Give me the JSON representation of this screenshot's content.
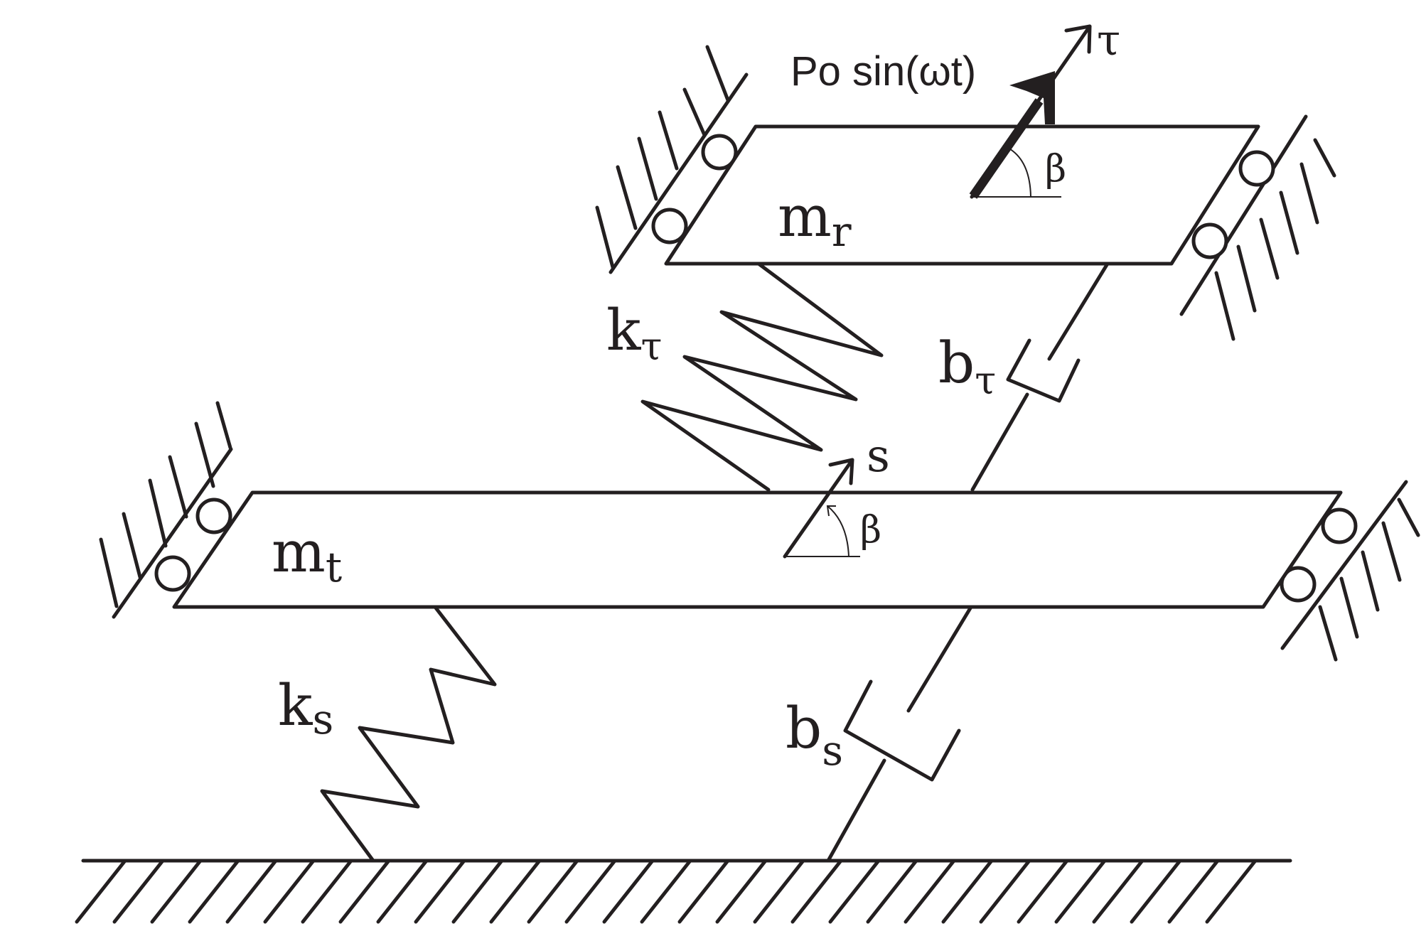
{
  "labels": {
    "force": "Po sin(ωt)",
    "tau_axis": "τ",
    "s_axis": "s",
    "beta_top": "β",
    "beta_bottom": "β",
    "mass_r": {
      "base": "m",
      "sub": "r"
    },
    "mass_t": {
      "base": "m",
      "sub": "t"
    },
    "spring_tau": {
      "base": "k",
      "sub": "τ"
    },
    "damper_tau": {
      "base": "b",
      "sub": "τ"
    },
    "spring_s": {
      "base": "k",
      "sub": "s"
    },
    "damper_s": {
      "base": "b",
      "sub": "s"
    }
  },
  "colors": {
    "ink": "#231f20",
    "background": "#ffffff"
  }
}
